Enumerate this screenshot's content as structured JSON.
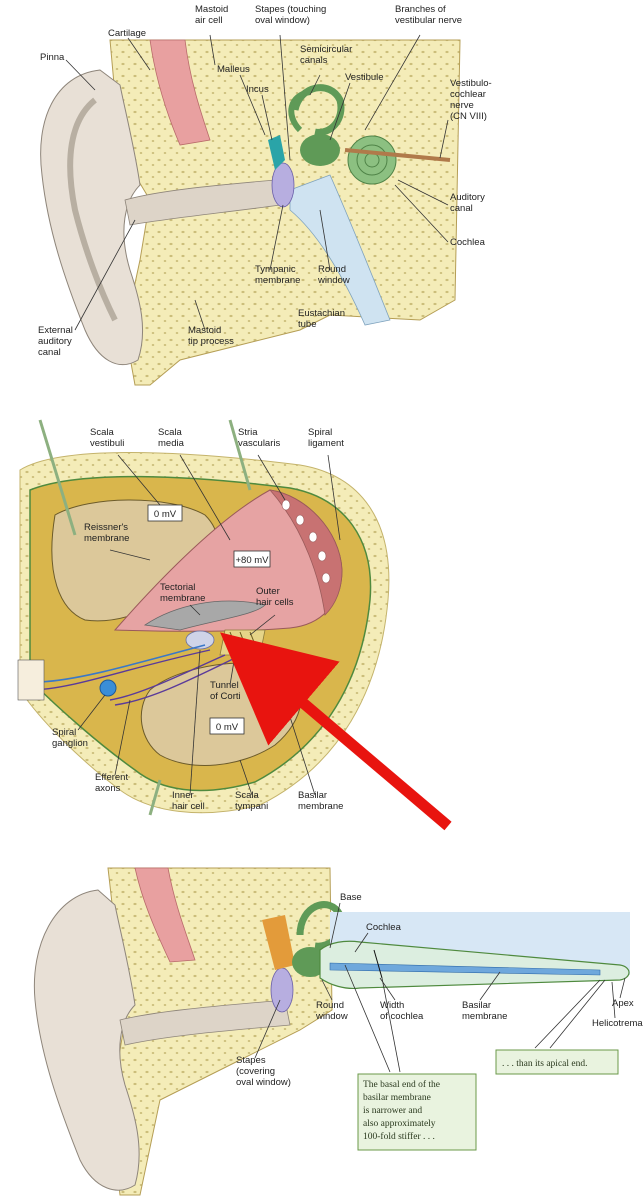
{
  "panel_top": {
    "labels": {
      "pinna": [
        "Pinna"
      ],
      "cartilage": [
        "Cartilage"
      ],
      "mastoid_air_cell": [
        "Mastoid",
        "air cell"
      ],
      "malleus": [
        "Malleus"
      ],
      "incus": [
        "Incus"
      ],
      "stapes": [
        "Stapes (touching",
        "oval window)"
      ],
      "semicircular_canals": [
        "Semicircular",
        "canals"
      ],
      "vestibule": [
        "Vestibule"
      ],
      "branches_vestibular_nerve": [
        "Branches of",
        "vestibular nerve"
      ],
      "vestibulocochlear_nerve": [
        "Vestibulo-",
        "cochlear",
        "nerve",
        "(CN VIII)"
      ],
      "auditory_canal": [
        "Auditory",
        "canal"
      ],
      "cochlea": [
        "Cochlea"
      ],
      "round_window": [
        "Round",
        "window"
      ],
      "tympanic_membrane": [
        "Tympanic",
        "membrane"
      ],
      "eustachian_tube": [
        "Eustachian",
        "tube"
      ],
      "external_auditory_canal": [
        "External",
        "auditory",
        "canal"
      ],
      "mastoid_tip_process": [
        "Mastoid",
        "tip process"
      ]
    }
  },
  "panel_middle": {
    "labels": {
      "scala_vestibuli": [
        "Scala",
        "vestibuli"
      ],
      "scala_media": [
        "Scala",
        "media"
      ],
      "stria_vascularis": [
        "Stria",
        "vascularis"
      ],
      "spiral_ligament": [
        "Spiral",
        "ligament"
      ],
      "reissners_membrane": [
        "Reissner's",
        "membrane"
      ],
      "tectorial_membrane": [
        "Tectorial",
        "membrane"
      ],
      "outer_hair_cells": [
        "Outer",
        "hair cells"
      ],
      "tunnel_of_corti": [
        "Tunnel",
        "of Corti"
      ],
      "spiral_ganglion": [
        "Spiral",
        "ganglion"
      ],
      "efferent_axons": [
        "Efferent",
        "axons"
      ],
      "inner_hair_cell": [
        "Inner",
        "hair cell"
      ],
      "scala_tympani": [
        "Scala",
        "tympani"
      ],
      "basilar_membrane": [
        "Basilar",
        "membrane"
      ]
    },
    "potentials": {
      "scala_vestibuli": "0 mV",
      "scala_media": "+80 mV",
      "scala_tympani": "0 mV"
    },
    "arrow_color": "#e8140f"
  },
  "panel_bottom": {
    "labels": {
      "base": [
        "Base"
      ],
      "cochlea": [
        "Cochlea"
      ],
      "round_window": [
        "Round",
        "window"
      ],
      "width_of_cochlea": [
        "Width",
        "of cochlea"
      ],
      "basilar_membrane": [
        "Basilar",
        "membrane"
      ],
      "apex": [
        "Apex"
      ],
      "helicotrema": [
        "Helicotrema"
      ],
      "stapes": [
        "Stapes",
        "(covering",
        "oval window)"
      ]
    },
    "callouts": {
      "basal_end": [
        "The basal end of the",
        "basilar membrane",
        "is narrower and",
        "also approximately",
        "100-fold stiffer . . ."
      ],
      "apical_end": [
        ". . . than its apical end."
      ]
    }
  },
  "colors": {
    "skin": "#e8e0d6",
    "bone": "#f4ecb8",
    "bone_dots": "#cbbd7a",
    "muscle_pink": "#e8a0a0",
    "fluid_blue": "#cfe3f1",
    "labyrinth_green": "#5f9a57",
    "cochlea_gold": "#d9b64c",
    "scala_media_pink": "#e6a3a3",
    "callout_fill": "#e9f3df",
    "callout_border": "#6b9a4a"
  }
}
